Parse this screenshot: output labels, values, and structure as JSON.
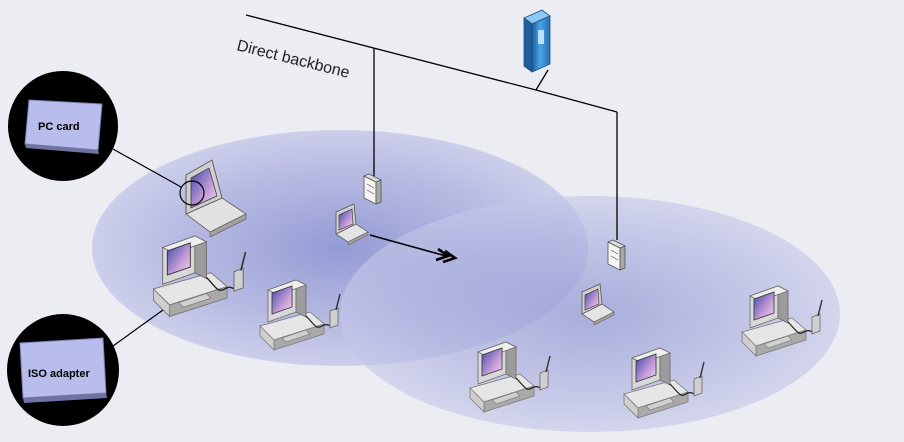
{
  "diagram": {
    "backbone_label": "Direct backbone",
    "callout_pc_card": "PC card",
    "callout_iso_adapter": "ISO adapter"
  },
  "colors": {
    "background": "#ecedf3",
    "cell_fill": "#b8bce3",
    "cell_center": "#8f96d3",
    "callout_circle": "#000000",
    "card_fill": "#b9bdeb",
    "server_blue": "#3a8fd0",
    "device_gray": "#c9c9c9"
  },
  "icons": [
    "server-icon",
    "access-point-icon",
    "laptop-icon",
    "desktop-pc-icon",
    "pc-card-icon",
    "iso-adapter-icon",
    "roaming-arrow-icon"
  ]
}
